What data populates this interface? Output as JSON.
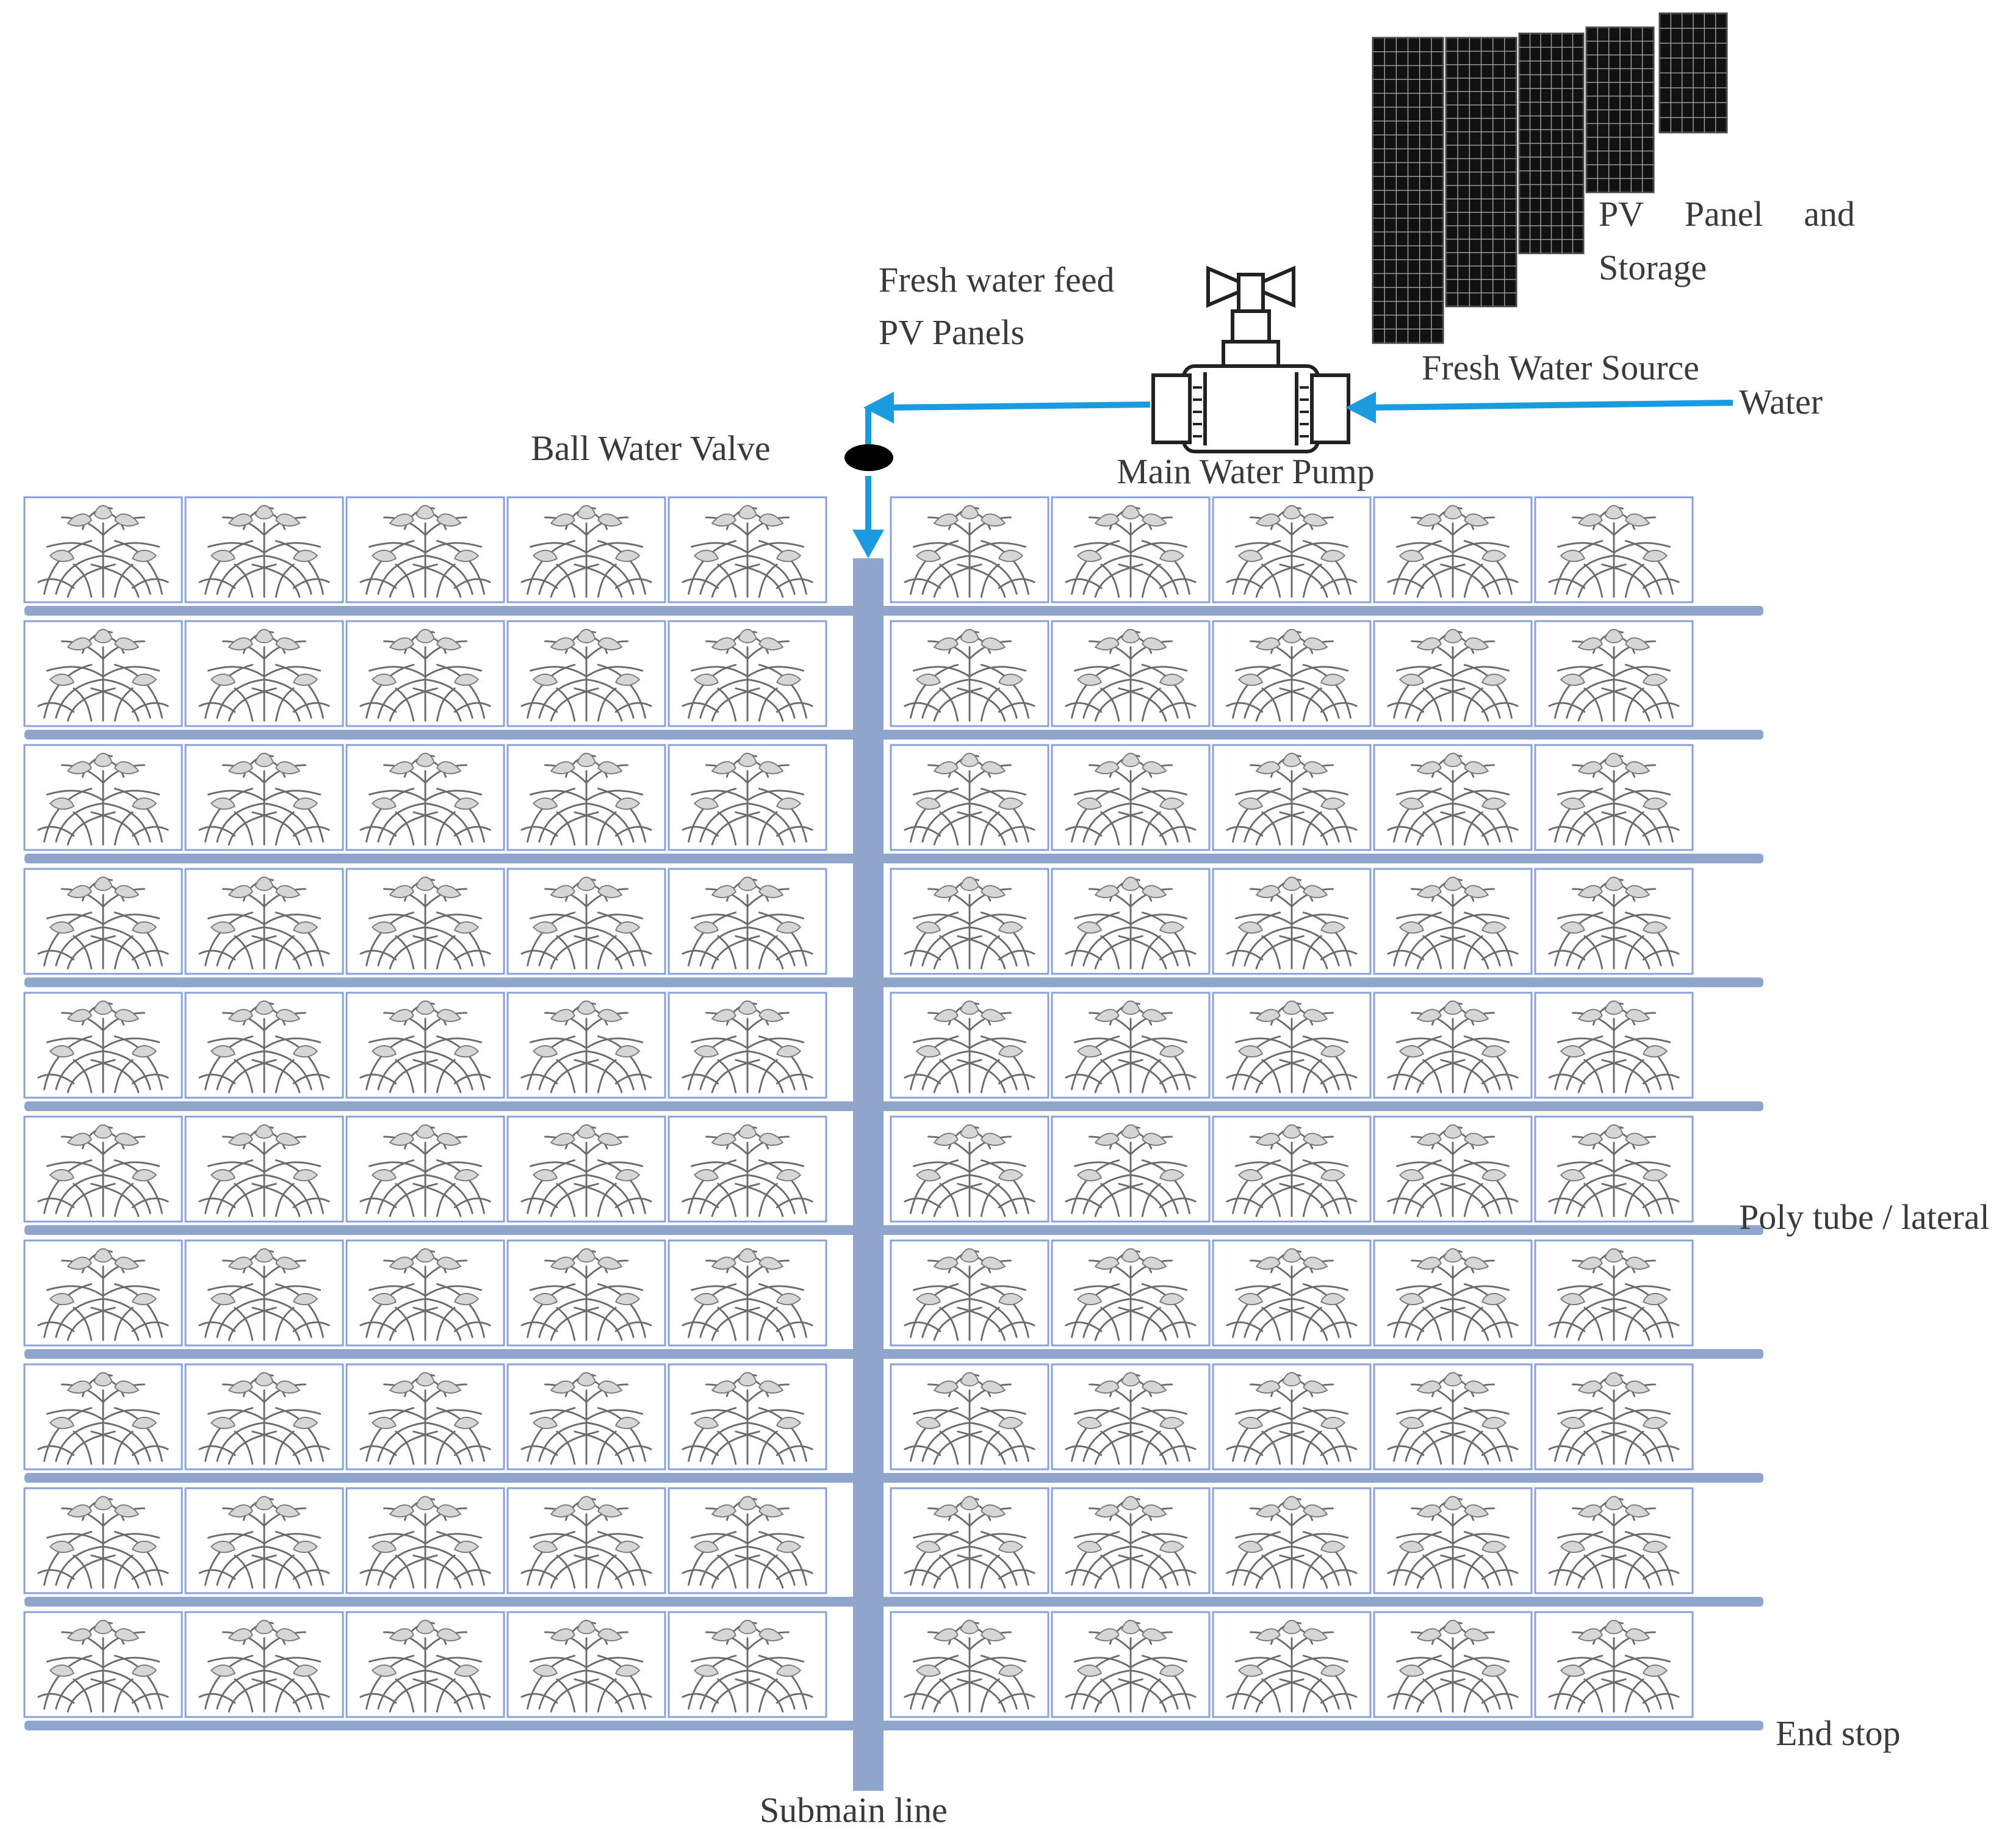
{
  "labels": {
    "pv_panel_line1_a": "PV",
    "pv_panel_line1_b": "Panel",
    "pv_panel_line1_c": "and",
    "pv_panel_line2": "Storage",
    "fresh_water_feed_line1": "Fresh water feed",
    "fresh_water_feed_line2": "PV Panels",
    "fresh_water_source": "Fresh Water Source",
    "water": "Water",
    "ball_water_valve": "Ball Water Valve",
    "main_water_pump": "Main Water Pump",
    "poly_tube_lateral": "Poly tube / lateral",
    "end_stop": "End stop",
    "submain_line": "Submain line"
  },
  "field": {
    "rows": 10,
    "plants_left_per_row": 5,
    "plants_right_per_row": 5,
    "solar_panels": 5
  },
  "colors": {
    "pipe": "#8fa5cc",
    "flow_arrow": "#1a9be0",
    "cell_border": "#8aa0d8",
    "plant_stroke": "#6b6b6b",
    "plant_fill": "#d6d6d6",
    "panel_fill": "#111111",
    "panel_grid": "#9a9a9a",
    "valve": "#000000",
    "label_text": "#3a3a3a"
  }
}
